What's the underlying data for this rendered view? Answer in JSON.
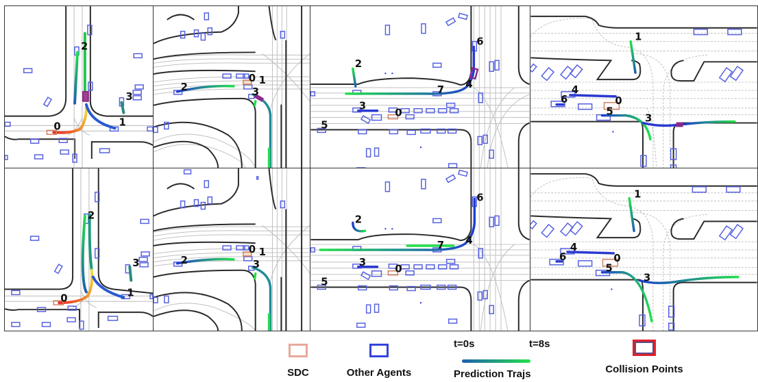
{
  "figure": {
    "rows": [
      {
        "name": "top-row",
        "panels": [
          {
            "id": "p1",
            "labels": [
              "0",
              "1",
              "2",
              "3"
            ]
          },
          {
            "id": "p2",
            "labels": [
              "0",
              "1",
              "2",
              "3"
            ]
          },
          {
            "id": "p3",
            "labels": [
              "0",
              "2",
              "3",
              "4",
              "5",
              "6",
              "7"
            ]
          },
          {
            "id": "p4",
            "labels": [
              "0",
              "1",
              "3",
              "4",
              "5",
              "6"
            ]
          }
        ]
      },
      {
        "name": "bottom-row",
        "panels": [
          {
            "id": "p5",
            "labels": [
              "0",
              "1",
              "2",
              "3"
            ]
          },
          {
            "id": "p6",
            "labels": [
              "0",
              "1",
              "2",
              "3"
            ]
          },
          {
            "id": "p7",
            "labels": [
              "0",
              "2",
              "3",
              "4",
              "5",
              "6",
              "7"
            ]
          },
          {
            "id": "p8",
            "labels": [
              "0",
              "1",
              "3",
              "4",
              "5",
              "6"
            ]
          }
        ]
      }
    ],
    "agent_labels": {
      "l0": "0",
      "l1": "1",
      "l2": "2",
      "l3": "3",
      "l4": "4",
      "l5": "5",
      "l6": "6",
      "l7": "7"
    }
  },
  "legend": {
    "sdc": {
      "label": "SDC",
      "color": "#e8a89c"
    },
    "other_agents": {
      "label": "Other Agents",
      "color": "#3344dd"
    },
    "prediction_trajs": {
      "label": "Prediction Trajs",
      "start_label": "t=0s",
      "end_label": "t=8s",
      "gradient_start": "#1f5fb0",
      "gradient_end": "#22e04a"
    },
    "collision_points": {
      "label": "Collision Points",
      "outer_color": "#e0202a",
      "inner_color": "#5a4a8a"
    }
  },
  "colors": {
    "road_edge": "#2a2a2a",
    "lane": "#b8b8b8",
    "agent_box": "#5560e0",
    "sdc_box": "#d08060",
    "collision": "#8a2a8a"
  }
}
